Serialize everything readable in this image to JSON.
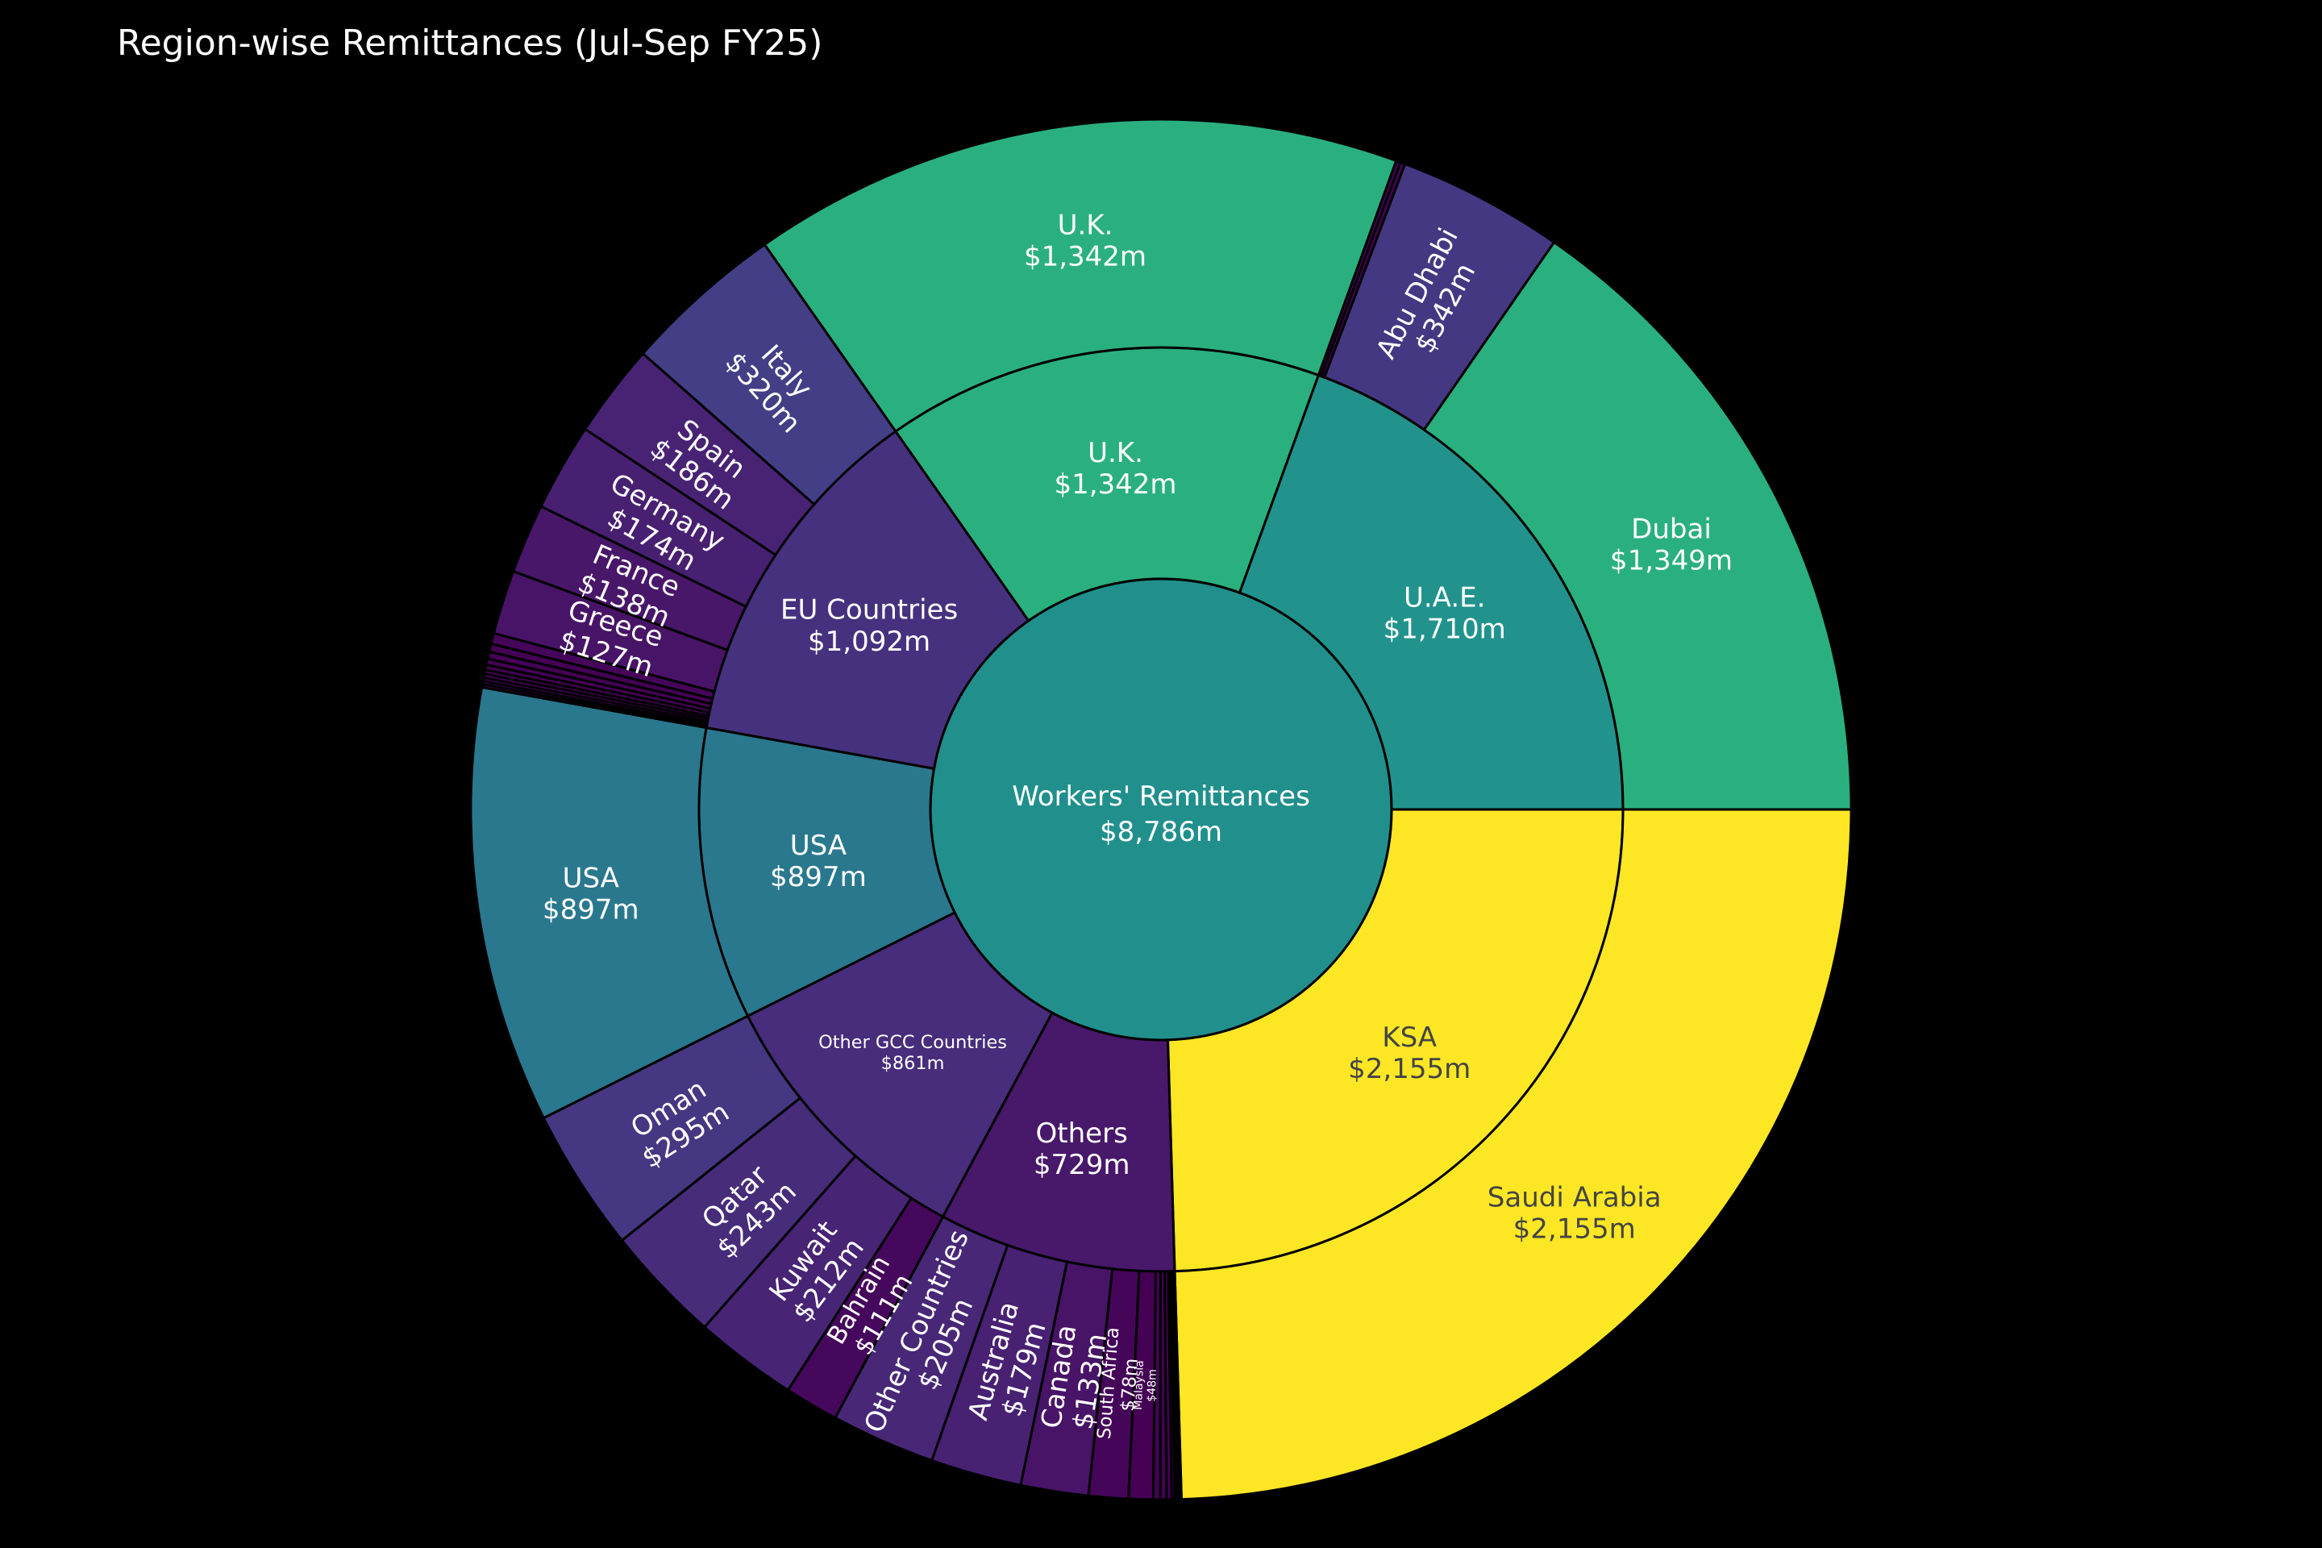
{
  "chart_data": {
    "type": "sunburst",
    "title": "Region-wise Remittances (Jul-Sep FY25)",
    "root": {
      "name": "Workers' Remittances",
      "label": "$8,786m",
      "value": 8786,
      "color": "#21908d",
      "children": [
        {
          "name": "KSA",
          "label": "$2,155m",
          "value": 2155,
          "color": "#fde725",
          "children": [
            {
              "name": "Saudi Arabia",
              "label": "$2,155m",
              "value": 2155,
              "color": "#fde725"
            }
          ]
        },
        {
          "name": "Others",
          "label": "$729m",
          "value": 729,
          "color": "#48186a",
          "children": [
            {
              "name": "",
              "label": "",
              "value": 4,
              "color": "#440154"
            },
            {
              "name": "",
              "label": "",
              "value": 4,
              "color": "#440154"
            },
            {
              "name": "",
              "label": "",
              "value": 5,
              "color": "#440154"
            },
            {
              "name": "",
              "label": "",
              "value": 6,
              "color": "#440154"
            },
            {
              "name": "",
              "label": "",
              "value": 10,
              "color": "#440154"
            },
            {
              "name": "",
              "label": "",
              "value": 12,
              "color": "#440154"
            },
            {
              "name": "",
              "label": "",
              "value": 14,
              "color": "#440154"
            },
            {
              "name": "Malaysia",
              "label": "$48m",
              "value": 48,
              "color": "#440154"
            },
            {
              "name": "South Africa",
              "label": "$78m",
              "value": 78,
              "color": "#45065a"
            },
            {
              "name": "Canada",
              "label": "$133m",
              "value": 133,
              "color": "#481467"
            },
            {
              "name": "Australia",
              "label": "$179m",
              "value": 179,
              "color": "#482173"
            },
            {
              "name": "Other Countries",
              "label": "$205m",
              "value": 205,
              "color": "#482777"
            }
          ]
        },
        {
          "name": "Other GCC Countries",
          "label": "$861m",
          "value": 861,
          "color": "#472d7b",
          "children": [
            {
              "name": "Bahrain",
              "label": "$111m",
              "value": 111,
              "color": "#46085c"
            },
            {
              "name": "Kuwait",
              "label": "$212m",
              "value": 212,
              "color": "#482475"
            },
            {
              "name": "Qatar",
              "label": "$243m",
              "value": 243,
              "color": "#472c7a"
            },
            {
              "name": "Oman",
              "label": "$295m",
              "value": 295,
              "color": "#453781"
            }
          ]
        },
        {
          "name": "USA",
          "label": "$897m",
          "value": 897,
          "color": "#2a788e",
          "children": [
            {
              "name": "USA",
              "label": "$897m",
              "value": 897,
              "color": "#2a788e"
            }
          ]
        },
        {
          "name": "EU Countries",
          "label": "$1,092m",
          "value": 1092,
          "color": "#46317e",
          "children": [
            {
              "name": "",
              "label": "",
              "value": 6,
              "color": "#440154"
            },
            {
              "name": "",
              "label": "",
              "value": 6,
              "color": "#440154"
            },
            {
              "name": "",
              "label": "",
              "value": 7,
              "color": "#440154"
            },
            {
              "name": "",
              "label": "",
              "value": 8,
              "color": "#440154"
            },
            {
              "name": "",
              "label": "",
              "value": 8,
              "color": "#440154"
            },
            {
              "name": "",
              "label": "",
              "value": 10,
              "color": "#440154"
            },
            {
              "name": "",
              "label": "",
              "value": 12,
              "color": "#440154"
            },
            {
              "name": "",
              "label": "",
              "value": 14,
              "color": "#440154"
            },
            {
              "name": "",
              "label": "",
              "value": 16,
              "color": "#440154"
            },
            {
              "name": "",
              "label": "",
              "value": 21,
              "color": "#45065a"
            },
            {
              "name": "Greece",
              "label": "$127m",
              "value": 127,
              "color": "#481467"
            },
            {
              "name": "France",
              "label": "$138m",
              "value": 138,
              "color": "#481769"
            },
            {
              "name": "Germany",
              "label": "$174m",
              "value": 174,
              "color": "#482071"
            },
            {
              "name": "Spain",
              "label": "$186m",
              "value": 186,
              "color": "#482374"
            },
            {
              "name": "Italy",
              "label": "$320m",
              "value": 320,
              "color": "#433e85"
            }
          ]
        },
        {
          "name": "U.K.",
          "label": "$1,342m",
          "value": 1342,
          "color": "#2ab07f",
          "children": [
            {
              "name": "U.K.",
              "label": "$1,342m",
              "value": 1342,
              "color": "#2ab07f"
            }
          ]
        },
        {
          "name": "U.A.E.",
          "label": "$1,710m",
          "value": 1710,
          "color": "#21938c",
          "children": [
            {
              "name": "",
              "label": "",
              "value": 9,
              "color": "#440154"
            },
            {
              "name": "",
              "label": "",
              "value": 10,
              "color": "#440154"
            },
            {
              "name": "Abu Dhabi",
              "label": "$342m",
              "value": 342,
              "color": "#453882"
            },
            {
              "name": "Dubai",
              "label": "$1,349m",
              "value": 1349,
              "color": "#2ab07f"
            }
          ]
        }
      ]
    },
    "legend": "none"
  }
}
